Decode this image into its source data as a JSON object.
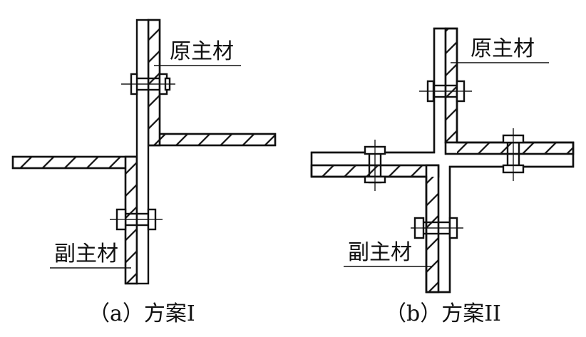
{
  "labels": {
    "original_main_member": "原主材",
    "auxiliary_main_member": "副主材"
  },
  "captions": {
    "scheme_a": "（a）方案I",
    "scheme_b": "（b）方案II"
  }
}
